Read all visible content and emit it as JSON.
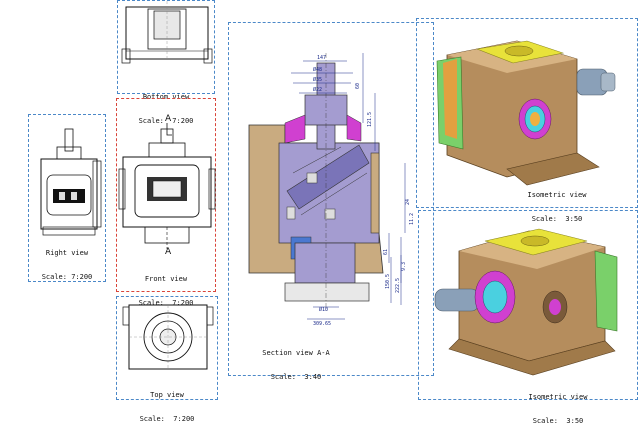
{
  "views": {
    "bottom": {
      "title": "Bottom view",
      "scale": "Scale:  7:200"
    },
    "right": {
      "title": "Right view",
      "scale": "Scale: 7:200"
    },
    "front": {
      "title": "Front view",
      "scale": "Scale:  7:200"
    },
    "top": {
      "title": "Top view",
      "scale": "Scale:  7:200"
    },
    "section": {
      "title": "Section view A-A",
      "scale": "Scale:  3:40"
    },
    "iso1": {
      "title": "Isometric view",
      "scale": "Scale:  3:50"
    },
    "iso2": {
      "title": "Isometric view",
      "scale": "Scale:  3:50"
    }
  },
  "section_marker": {
    "top": "A",
    "bottom": "A"
  },
  "dimensions": {
    "d1": "147",
    "d2": "Ø48",
    "d3": "Ø35",
    "d4": "Ø22",
    "d5": "60",
    "d6": "121.5",
    "d7": "24",
    "d8": "11.2",
    "d9": "61",
    "d10": "9.3",
    "d11": "150.5",
    "d12": "222.5",
    "d13": "Ø10",
    "d14": "309.65"
  },
  "colors": {
    "frame_blue": "#4b88c8",
    "frame_red": "#d9453a",
    "dim_blue": "#1a2a8a",
    "housing": "#b8956a",
    "section_fill": "#9a94c8",
    "yellow": "#e8e23a",
    "green": "#7ad06a",
    "magenta": "#d040d0"
  }
}
